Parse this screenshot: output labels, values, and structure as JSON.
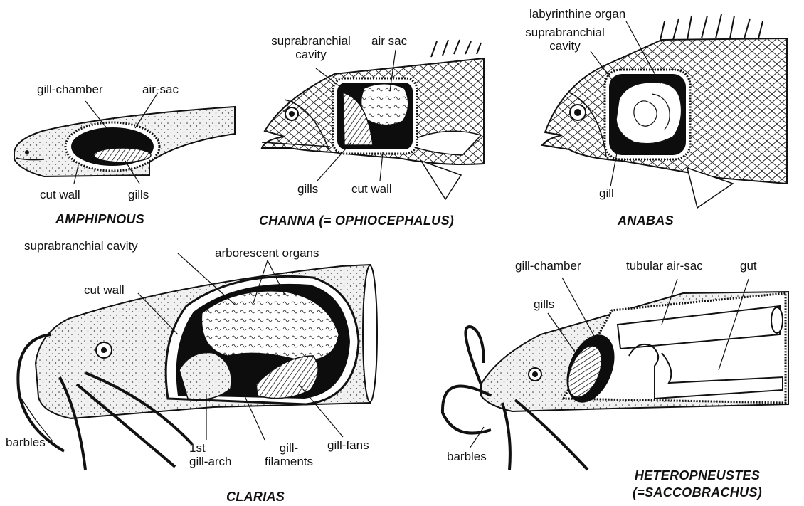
{
  "colors": {
    "ink": "#111111",
    "body_fill": "#f1f1f1",
    "dark": "#0d0d0d",
    "paper": "#ffffff"
  },
  "panels": {
    "amphipnous": {
      "title": "AMPHIPNOUS",
      "labels": {
        "gill_chamber": "gill-chamber",
        "air_sac": "air-sac",
        "cut_wall": "cut wall",
        "gills": "gills"
      }
    },
    "channa": {
      "title": "CHANNA (= OPHIOCEPHALUS)",
      "labels": {
        "suprabranchial": "suprabranchial\ncavity",
        "air_sac": "air sac",
        "gills": "gills",
        "cut_wall": "cut wall"
      }
    },
    "anabas": {
      "title": "ANABAS",
      "labels": {
        "labyrinthine": "labyrinthine organ",
        "suprabranchial": "suprabranchial\ncavity",
        "gill": "gill"
      }
    },
    "clarias": {
      "title": "CLARIAS",
      "labels": {
        "suprabranchial_cavity": "suprabranchial cavity",
        "arborescent": "arborescent organs",
        "cut_wall": "cut wall",
        "barbles": "barbles",
        "gill_arch": "1st\ngill-arch",
        "gill_filaments": "gill-\nfilaments",
        "gill_fans": "gill-fans"
      }
    },
    "heteropneustes": {
      "title": "HETEROPNEUSTES\n(=SACCOBRACHUS)",
      "labels": {
        "gill_chamber": "gill-chamber",
        "tubular_air_sac": "tubular air-sac",
        "gut": "gut",
        "gills": "gills",
        "barbles": "barbles"
      }
    }
  }
}
